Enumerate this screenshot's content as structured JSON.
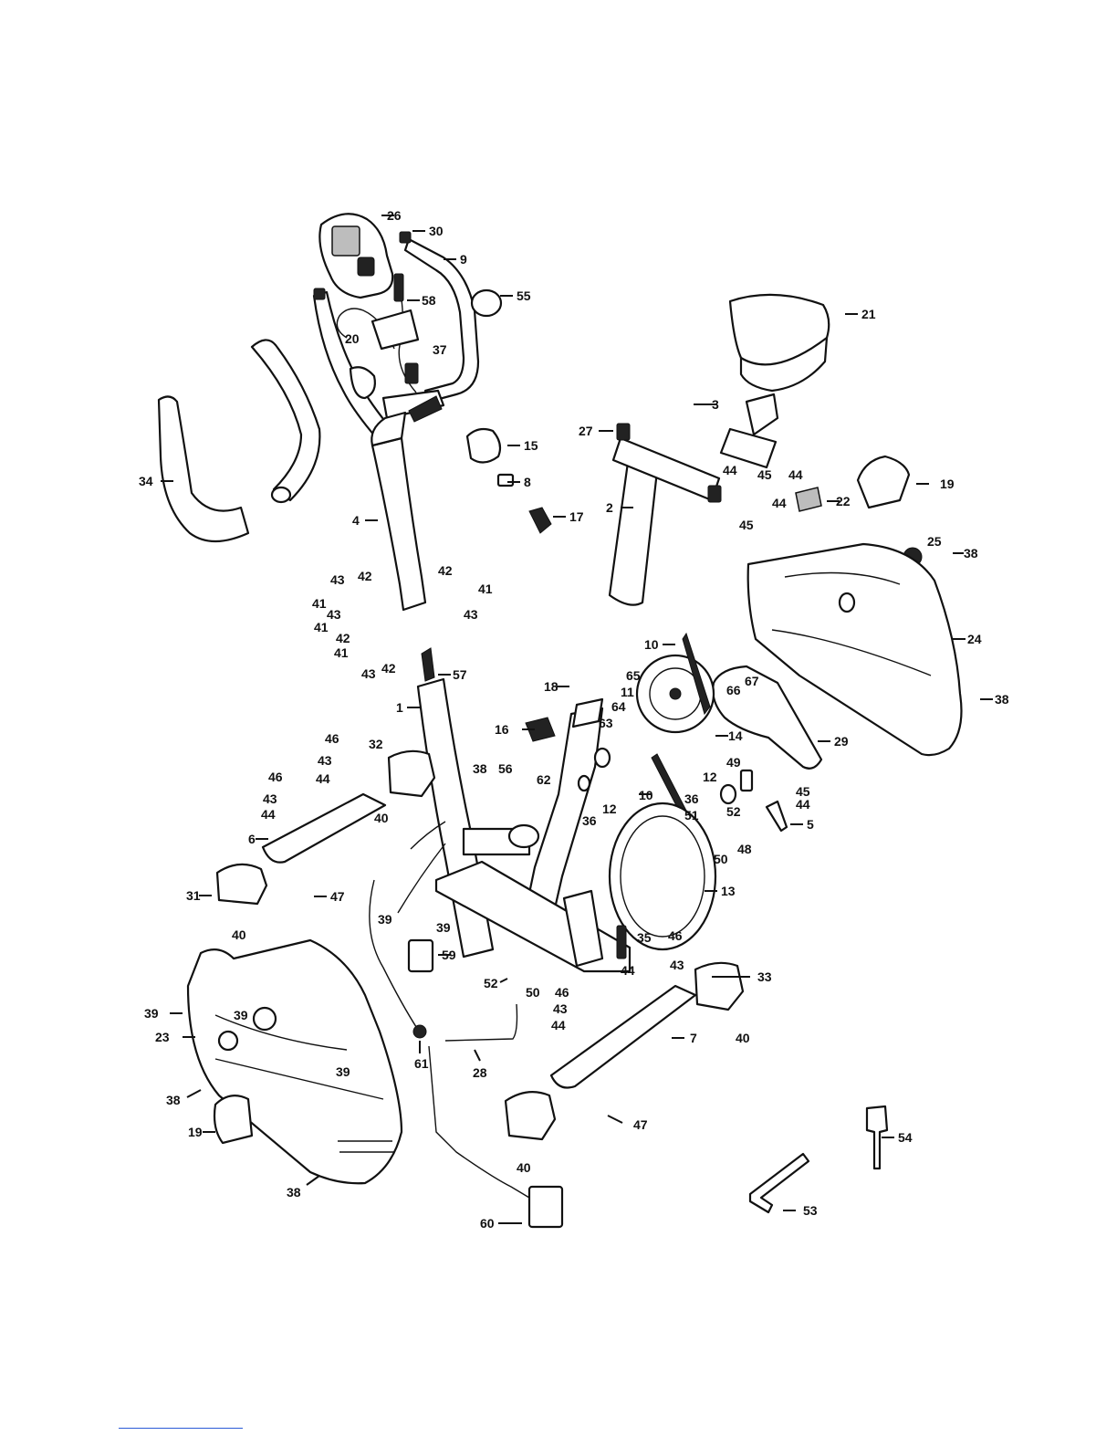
{
  "labels": {
    "l1": "1",
    "l2": "2",
    "l3": "3",
    "l4": "4",
    "l5": "5",
    "l6": "6",
    "l7": "7",
    "l8": "8",
    "l9": "9",
    "l10a": "10",
    "l10b": "10",
    "l11": "11",
    "l12a": "12",
    "l12b": "12",
    "l13": "13",
    "l14": "14",
    "l15": "15",
    "l16": "16",
    "l17": "17",
    "l18": "18",
    "l19a": "19",
    "l19b": "19",
    "l20": "20",
    "l21": "21",
    "l22": "22",
    "l23": "23",
    "l24": "24",
    "l25": "25",
    "l26": "26",
    "l27": "27",
    "l28": "28",
    "l29": "29",
    "l30": "30",
    "l31": "31",
    "l32": "32",
    "l33": "33",
    "l34": "34",
    "l35": "35",
    "l36a": "36",
    "l36b": "36",
    "l37": "37",
    "l38a": "38",
    "l38b": "38",
    "l38c": "38",
    "l38d": "38",
    "l38e": "38",
    "l39a": "39",
    "l39b": "39",
    "l39c": "39",
    "l39d": "39",
    "l39e": "39",
    "l40a": "40",
    "l40b": "40",
    "l40c": "40",
    "l40d": "40",
    "l41a": "41",
    "l41b": "41",
    "l41c": "41",
    "l41d": "41",
    "l42a": "42",
    "l42b": "42",
    "l42c": "42",
    "l42d": "42",
    "l43a": "43",
    "l43b": "43",
    "l43c": "43",
    "l43d": "43",
    "l43e": "43",
    "l43f": "43",
    "l43g": "43",
    "l43h": "43",
    "l44a": "44",
    "l44b": "44",
    "l44c": "44",
    "l44d": "44",
    "l44e": "44",
    "l44f": "44",
    "l44g": "44",
    "l44h": "44",
    "l45a": "45",
    "l45b": "45",
    "l45c": "45",
    "l46a": "46",
    "l46b": "46",
    "l46c": "46",
    "l46d": "46",
    "l47a": "47",
    "l47b": "47",
    "l48": "48",
    "l49": "49",
    "l50a": "50",
    "l50b": "50",
    "l51": "51",
    "l52a": "52",
    "l52b": "52",
    "l53": "53",
    "l54": "54",
    "l55": "55",
    "l56": "56",
    "l57": "57",
    "l58": "58",
    "l59": "59",
    "l60": "60",
    "l61": "61",
    "l62": "62",
    "l63": "63",
    "l64": "64",
    "l65": "65",
    "l66": "66",
    "l67": "67"
  }
}
